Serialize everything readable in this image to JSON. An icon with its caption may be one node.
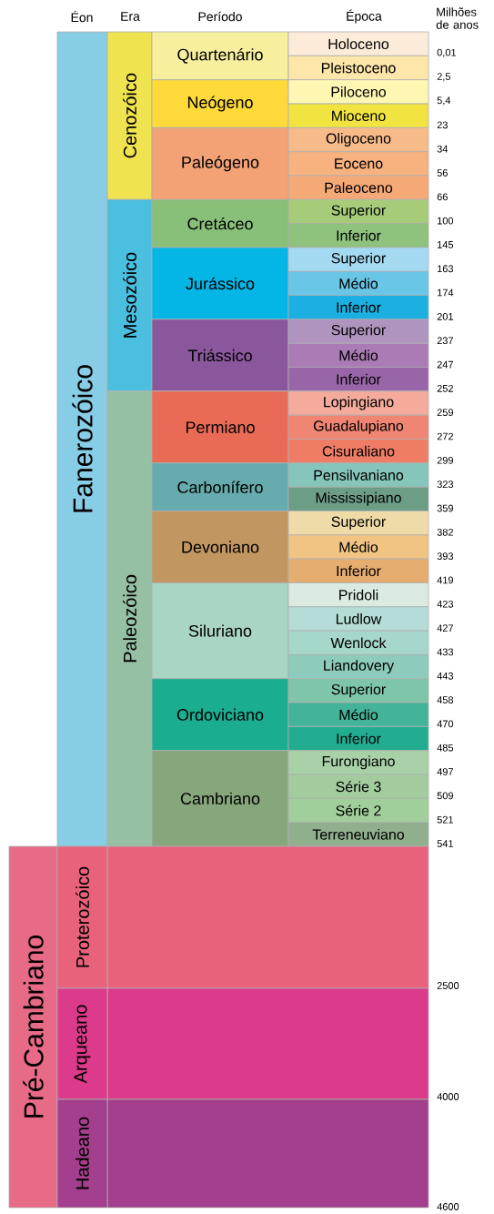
{
  "diagram": {
    "nodes": [
      {
        "text": [
          "Fanerozóico"
        ]
      },
      {
        "text": [
          "Cenozóico"
        ]
      },
      {
        "text": [
          "Quartenário"
        ]
      },
      {
        "text": [
          "Holoceno"
        ]
      },
      {
        "text": [
          "Pleistoceno"
        ]
      },
      {
        "text": [
          "Neógeno"
        ]
      },
      {
        "text": [
          "Piloceno"
        ]
      },
      {
        "text": [
          "Mioceno"
        ]
      },
      {
        "text": [
          "Paleógeno"
        ]
      },
      {
        "text": [
          "Oligoceno"
        ]
      },
      {
        "text": [
          "Eoceno"
        ]
      },
      {
        "text": [
          "Paleoceno"
        ]
      },
      {
        "text": [
          "Mesozóico"
        ]
      },
      {
        "text": [
          "Cretáceo"
        ]
      },
      {
        "text": [
          "Superior"
        ]
      },
      {
        "text": [
          "Inferior"
        ]
      },
      {
        "text": [
          "Jurássico"
        ]
      },
      {
        "text": [
          "Superior"
        ]
      },
      {
        "text": [
          "Médio"
        ]
      },
      {
        "text": [
          "Inferior"
        ]
      },
      {
        "text": [
          "Triássico"
        ]
      },
      {
        "text": [
          "Superior"
        ]
      },
      {
        "text": [
          "Médio"
        ]
      },
      {
        "text": [
          "Inferior"
        ]
      },
      {
        "text": [
          "Paleozóico"
        ]
      },
      {
        "text": [
          "Permiano"
        ]
      },
      {
        "text": [
          "Lopingiano"
        ]
      },
      {
        "text": [
          "Guadalupiano"
        ]
      },
      {
        "text": [
          "Cisuraliano"
        ]
      },
      {
        "text": [
          "Carbonífero"
        ]
      },
      {
        "text": [
          "Pensilvaniano"
        ]
      },
      {
        "text": [
          "Mississipiano"
        ]
      },
      {
        "text": [
          "Devoniano"
        ]
      },
      {
        "text": [
          "Superior"
        ]
      },
      {
        "text": [
          "Médio"
        ]
      },
      {
        "text": [
          "Inferior"
        ]
      },
      {
        "text": [
          "Siluriano"
        ]
      },
      {
        "text": [
          "Pridoli"
        ]
      },
      {
        "text": [
          "Ludlow"
        ]
      },
      {
        "text": [
          "Wenlock"
        ]
      },
      {
        "text": [
          "Liandovery"
        ]
      },
      {
        "text": [
          "Ordoviciano"
        ]
      },
      {
        "text": [
          "Superior"
        ]
      },
      {
        "text": [
          "Médio"
        ]
      },
      {
        "text": [
          "Inferior"
        ]
      },
      {
        "text": [
          "Cambriano"
        ]
      },
      {
        "text": [
          "Furongiano"
        ]
      },
      {
        "text": [
          "Série 3"
        ]
      },
      {
        "text": [
          "Série 2"
        ]
      },
      {
        "text": [
          "Terreneuviano"
        ]
      },
      {
        "text": [
          "Pré-Cambriano"
        ]
      },
      {
        "text": [
          "Proterozóico"
        ]
      },
      {
        "text": [
          "Arqueano"
        ]
      },
      {
        "text": [
          "Hadeano"
        ]
      }
    ],
    "labels": [
      "Éon",
      "Era",
      "Período",
      "Época",
      "Milhões de anos",
      "0,01",
      "2,5",
      "5,4",
      "23",
      "34",
      "56",
      "66",
      "100",
      "145",
      "163",
      "174",
      "201",
      "237",
      "247",
      "252",
      "259",
      "272",
      "299",
      "323",
      "359",
      "382",
      "393",
      "419",
      "423",
      "427",
      "433",
      "443",
      "458",
      "470",
      "485",
      "497",
      "509",
      "521",
      "541",
      "2500",
      "4000",
      "4600"
    ]
  }
}
